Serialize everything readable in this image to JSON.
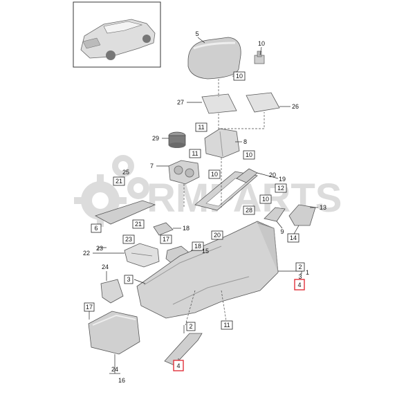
{
  "watermark": {
    "text": "RMPARTS"
  },
  "callouts": {
    "c5": "5",
    "c10a": "10",
    "c10b": "10",
    "c27": "27",
    "c26": "26",
    "c11a": "11",
    "c8": "8",
    "c29": "29",
    "c11b": "11",
    "c7": "7",
    "c10c": "10",
    "c10d": "10",
    "c20a": "20",
    "c19": "19",
    "c12": "12",
    "c10e": "10",
    "c25": "25",
    "c21a": "21",
    "c28": "28",
    "c13": "13",
    "c6": "6",
    "c21b": "21",
    "c18a": "18",
    "c20b": "20",
    "c9": "9",
    "c14": "14",
    "c23a": "23",
    "c17a": "17",
    "c23b": "23",
    "c18b": "18",
    "c15": "15",
    "c22": "22",
    "c2a": "2",
    "c1": "1",
    "c3a": "3",
    "c4a": "4",
    "c24a": "24",
    "c3b": "3",
    "c17b": "17",
    "c11c": "11",
    "c2b": "2",
    "c4b": "4",
    "c24b": "24",
    "c16": "16"
  },
  "colors": {
    "highlight": "#e0303a",
    "watermark": "#d9d9d9",
    "part_fill": "#d6d6d6"
  }
}
